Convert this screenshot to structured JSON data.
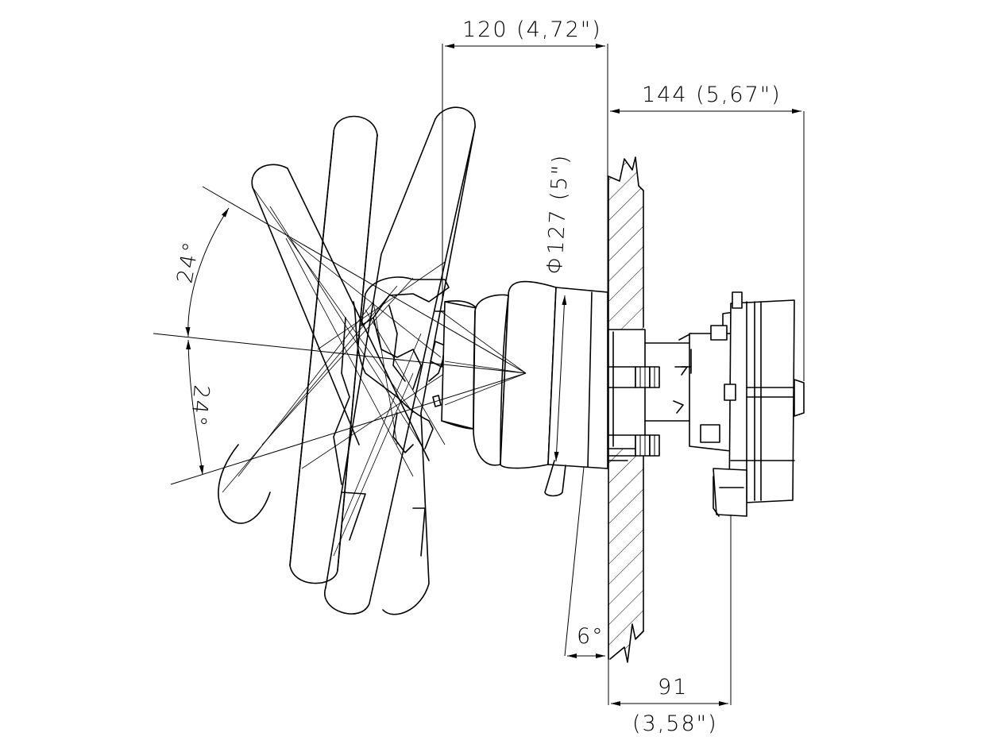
{
  "dimensions": {
    "width_top": "120 (4,72\")",
    "offset_right": "144 (5,67\")",
    "diameter": "Φ127 (5\")",
    "angle_upper": "24°",
    "angle_lower": "24°",
    "tilt_angle": "6°",
    "depth_value": "91",
    "depth_inch": "(3,58\")"
  }
}
